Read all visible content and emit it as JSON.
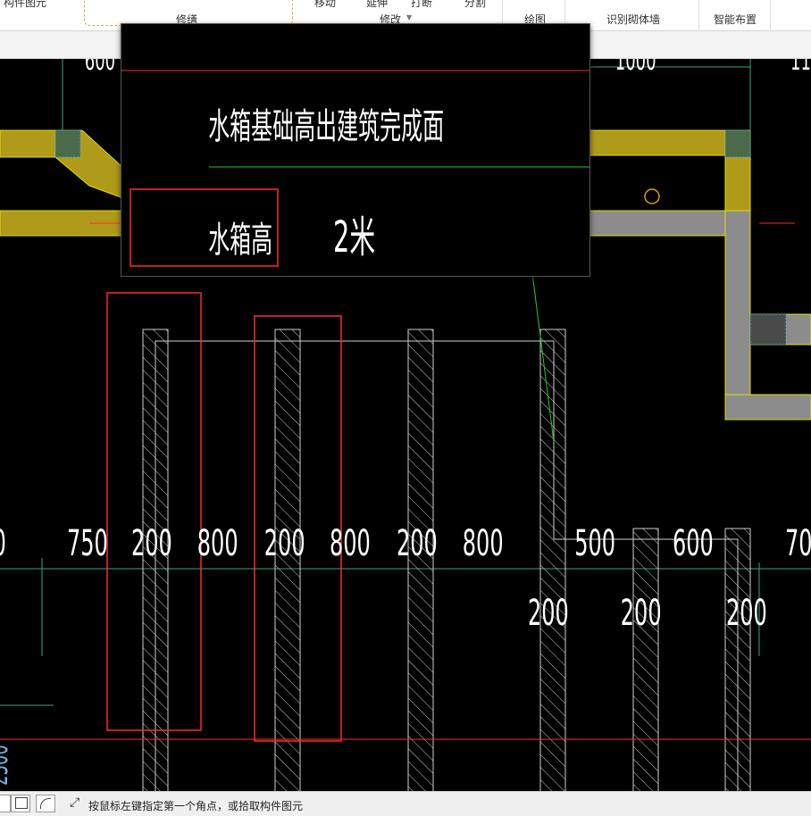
{
  "ribbon": {
    "partial_top": [
      "构件图元",
      "移动",
      "延伸",
      "打断",
      "分割"
    ],
    "groups": [
      "修缮",
      "修改",
      "绘图",
      "识别砌体墙",
      "智能布置"
    ]
  },
  "popup": {
    "title_text": "水箱基础高出建筑完成面",
    "label_text": "水箱高",
    "value_text": "2米"
  },
  "drawing": {
    "top_partial_dims": [
      "600",
      "1000",
      "11"
    ],
    "dims_row1": [
      "0",
      "750",
      "200",
      "800",
      "200",
      "800",
      "200",
      "800",
      "500",
      "600",
      "70"
    ],
    "dims_row2": [
      "200",
      "200",
      "200"
    ],
    "left_partial_dim": "2300",
    "colors": {
      "wall": "#b09a1a",
      "wall_edge": "#e0e000",
      "gray_wall": "#8c8c8c",
      "highlight": "#ff2a2a",
      "axis": "#3aa58a",
      "dim": "#ffffff"
    }
  },
  "status": {
    "hint": "按鼠标左键指定第一个角点，或拾取构件图元"
  }
}
